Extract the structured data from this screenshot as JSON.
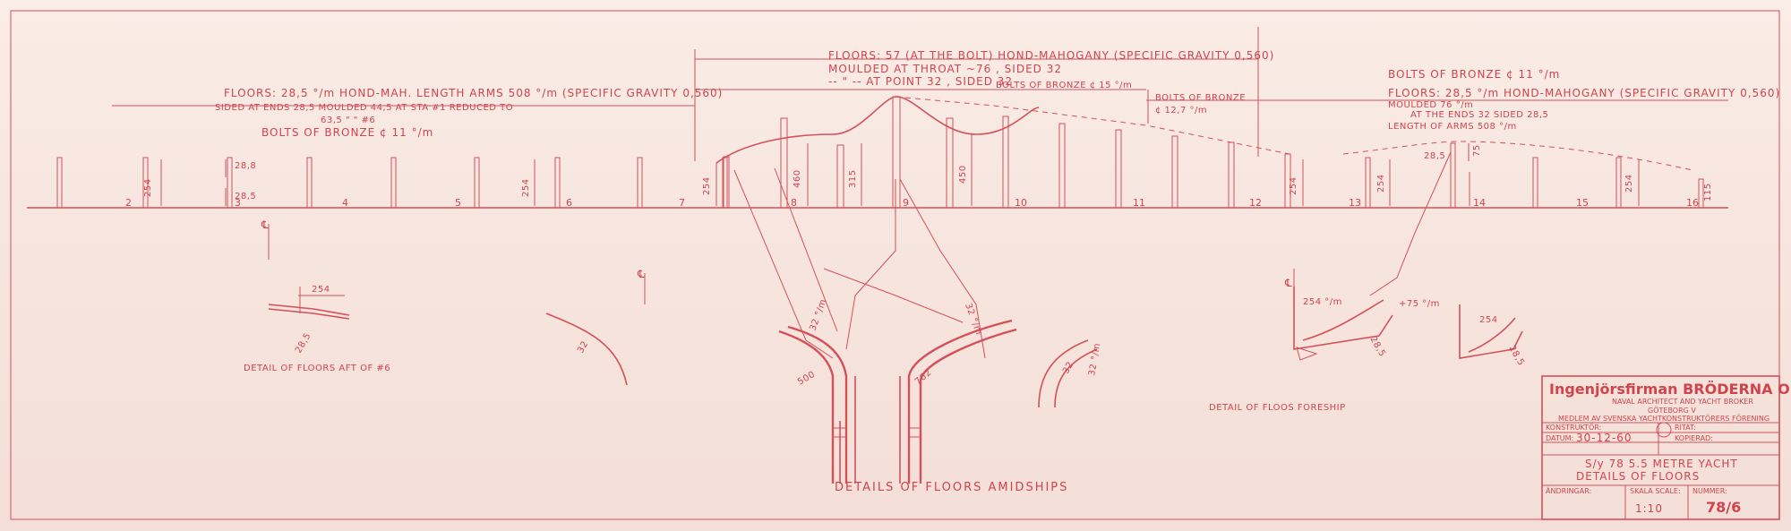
{
  "notes": {
    "aft_floors_1": "FLOORS: 28,5 °/m HOND-MAH. LENGTH ARMS 508 °/m (SPECIFIC GRAVITY 0,560)",
    "aft_floors_2": "SIDED AT ENDS 28,5 MOULDED 44,5 AT STA #1 REDUCED TO",
    "aft_floors_3": "63,5 \" \" #6",
    "aft_bolts": "BOLTS OF BRONZE ¢ 11 °/m",
    "mid_floors_1": "FLOORS: 57 (AT THE BOLT) HOND-MAHOGANY (SPECIFIC GRAVITY 0,560)",
    "mid_floors_2": "MOULDED AT THROAT ~76 , SIDED 32",
    "mid_floors_3": "-- \" -- AT POINT 32 , SIDED 32",
    "mid_bolts": "BOLTS OF BRONZE ¢ 15 °/m",
    "mid_bolts_2": "BOLTS OF BRONZE",
    "mid_bolts_2_size": "¢ 12,7 °/m",
    "fwd_bolts": "BOLTS OF BRONZE ¢ 11 °/m",
    "fwd_floors_1": "FLOORS: 28,5 °/m HOND-MAHOGANY (SPECIFIC GRAVITY 0,560)",
    "fwd_floors_2": "MOULDED 76 °/m",
    "fwd_floors_3": "AT THE ENDS 32 SIDED 28,5",
    "fwd_floors_4": "LENGTH OF ARMS 508 °/m"
  },
  "stations": [
    "2",
    "3",
    "4",
    "5",
    "6",
    "7",
    "8",
    "9",
    "10",
    "11",
    "12",
    "13",
    "14",
    "15",
    "16"
  ],
  "dimensions": {
    "d254_a": "254",
    "d28_a": "28,8",
    "d28_b": "28,5",
    "d254_b": "254",
    "d254_c": "254",
    "d460": "460",
    "d315": "315",
    "d450": "450",
    "d254_d": "254",
    "d254_e": "254",
    "d28_c": "28,5",
    "d75": "75",
    "d254_f": "254",
    "d115": "115"
  },
  "details": {
    "aft_label": "DETAIL OF FLOORS AFT OF #6",
    "aft_dim_254": "254",
    "aft_dim_285": "28,5",
    "aft_dim_32": "32",
    "amid_label": "DETAILS OF FLOORS AMIDSHIPS",
    "amid_dim_32a": "32 °/m",
    "amid_dim_500": "500",
    "amid_dim_32b": "32 °/m",
    "amid_dim_762": "762",
    "amid_dim_32c": "32",
    "amid_dim_32d": "32 °/m",
    "fore_label": "DETAIL OF FLOOS FORESHIP",
    "fore_dim_254": "254 °/m",
    "fore_dim_75": "+75 °/m",
    "fore_dim_285": "28,5",
    "fore_dim_254b": "254",
    "fore_dim_285b": "28,5",
    "cl_symbol": "℄"
  },
  "title_block": {
    "firm": "Ingenjörsfirman BRÖDERNA OHLSON AB",
    "subtitle": "NAVAL ARCHITECT AND YACHT BROKER",
    "city": "GÖTEBORG V",
    "member": "MEDLEM AV SVENSKA YACHTKONSTRUKTÖRERS FÖRENING",
    "konstruktor": "KONSTRUKTÖR:",
    "ritat": "RITAT:",
    "datum_label": "DATUM:",
    "datum": "30-12-60",
    "kopierad": "KOPIERAD:",
    "project": "S/y 78 5.5 METRE YACHT",
    "drawing_title": "DETAILS OF FLOORS",
    "andringar": "ÄNDRINGAR:",
    "skala_label": "SKALA SCALE:",
    "skala": "1:10",
    "nummer_label": "NUMMER:",
    "nummer": "78/6"
  }
}
